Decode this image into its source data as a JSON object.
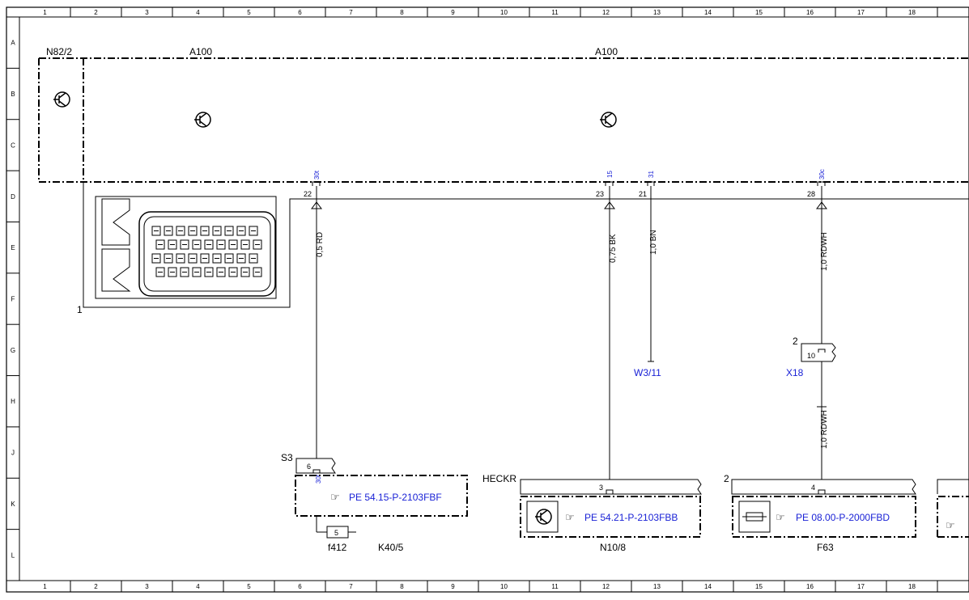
{
  "grid": {
    "columns": [
      "1",
      "2",
      "3",
      "4",
      "5",
      "6",
      "7",
      "8",
      "9",
      "10",
      "11",
      "12",
      "13",
      "14",
      "15",
      "16",
      "17",
      "18"
    ],
    "rows": [
      "A",
      "B",
      "C",
      "D",
      "E",
      "F",
      "G",
      "H",
      "J",
      "K",
      "L"
    ]
  },
  "components": {
    "n82_2": "N82/2",
    "a100_left": "A100",
    "a100_right": "A100",
    "connector_pin": "1",
    "s3": "S3",
    "heckr": "HECKR",
    "w3_11": "W3/11",
    "x18": "X18",
    "x18_num": "2",
    "f63_num": "2",
    "f412": "f412",
    "k40_5": "K40/5",
    "n10_8": "N10/8",
    "f63": "F63"
  },
  "pins": {
    "p22": "22",
    "p23": "23",
    "p21": "21",
    "p28": "28",
    "s3_pin": "6",
    "heckr_pin": "3",
    "f63_pin": "4",
    "x18_pin": "10",
    "fuse_pin": "5"
  },
  "terminals": {
    "t22": "30t",
    "t23": "15",
    "t21": "31",
    "t28": "30c",
    "ts3": "30t"
  },
  "wires": {
    "w22": "0,5 RD",
    "w23": "0,75 BK",
    "w21": "1,0 BN",
    "w28": "1,0 RDWH",
    "w28b": "1,0 RDWH"
  },
  "references": {
    "s3_ref": "PE 54.15-P-2103FBF",
    "n10_ref": "PE 54.21-P-2103FBB",
    "f63_ref": "PE 08.00-P-2000FBD"
  },
  "colors": {
    "line": "#000000",
    "link": "#1a22d6"
  }
}
